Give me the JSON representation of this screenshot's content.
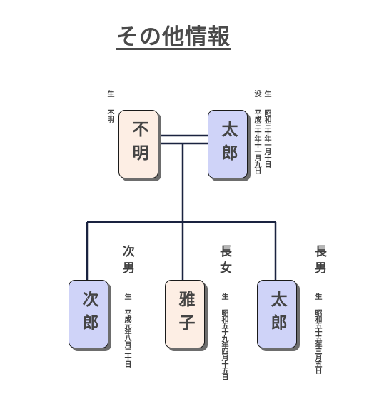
{
  "page": {
    "title": "その他情報"
  },
  "people": {
    "father": {
      "name": "太郎",
      "birth_label": "生",
      "birth": "昭和三十年一月十日",
      "death_label": "没",
      "death": "平成三十年十一月九日"
    },
    "mother": {
      "name": "不明",
      "birth_label": "生",
      "birth": "不明"
    },
    "child1": {
      "relation": "長男",
      "name": "太郎",
      "birth_label": "生",
      "birth": "昭和五十五年三月五日"
    },
    "child2": {
      "relation": "長女",
      "name": "雅子",
      "birth_label": "生",
      "birth": "昭和五十九年四月十五日"
    },
    "child3": {
      "relation": "次男",
      "name": "郎",
      "prefix": "次",
      "birth_label": "生",
      "birth": "平成元年八月二十日"
    }
  },
  "colors": {
    "male": "#cfd3f8",
    "female": "#fdeee4",
    "line": "#1a2340"
  }
}
